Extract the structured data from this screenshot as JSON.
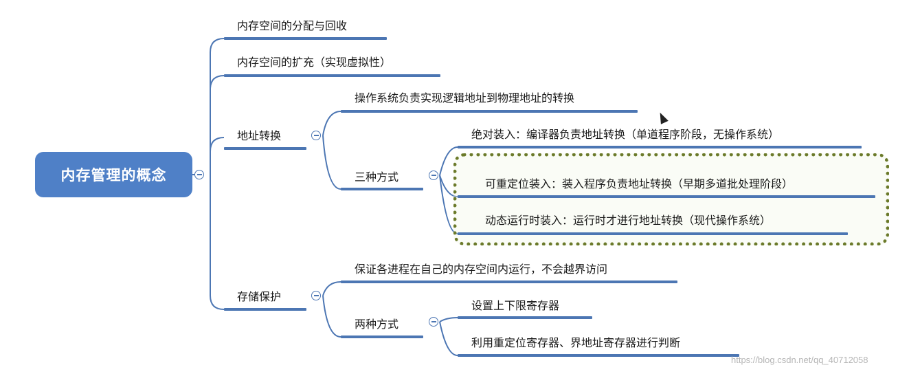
{
  "root": {
    "label": "内存管理的概念"
  },
  "branches": {
    "alloc": "内存空间的分配与回收",
    "expand": "内存空间的扩充（实现虚拟性）",
    "addr": {
      "label": "地址转换",
      "desc": "操作系统负责实现逻辑地址到物理地址的转换",
      "three": {
        "label": "三种方式",
        "absolute": "绝对装入：编译器负责地址转换（单道程序阶段，无操作系统）",
        "relocatable": "可重定位装入：装入程序负责地址转换（早期多道批处理阶段）",
        "dynamic": "动态运行时装入：运行时才进行地址转换（现代操作系统）"
      }
    },
    "protect": {
      "label": "存储保护",
      "desc": "保证各进程在自己的内存空间内运行，不会越界访问",
      "two": {
        "label": "两种方式",
        "bounds": "设置上下限寄存器",
        "reloc_reg": "利用重定位寄存器、界地址寄存器进行判断"
      }
    }
  },
  "watermark": "https://blog.csdn.net/qq_40712058",
  "colors": {
    "node": "#4f80c7",
    "line": "#4c76b3",
    "highlight": "#6b7a2a"
  }
}
